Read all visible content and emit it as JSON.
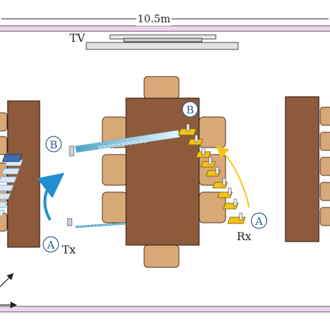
{
  "room": {
    "width_label": "10.5m",
    "tv_label": "TV"
  },
  "transmitter": {
    "label": "Tx",
    "start_marker": "A",
    "end_marker": "B",
    "color": "#3e6fb0"
  },
  "receiver": {
    "label": "Rx",
    "start_marker": "A",
    "end_marker": "B",
    "color": "#f2c31a"
  },
  "colors": {
    "wood": "#8e5a3c",
    "chair": "#d9a877",
    "wall": "#e9d6ea",
    "beam": "#7fc6e8",
    "receiver_arrow": "#f5c518"
  }
}
